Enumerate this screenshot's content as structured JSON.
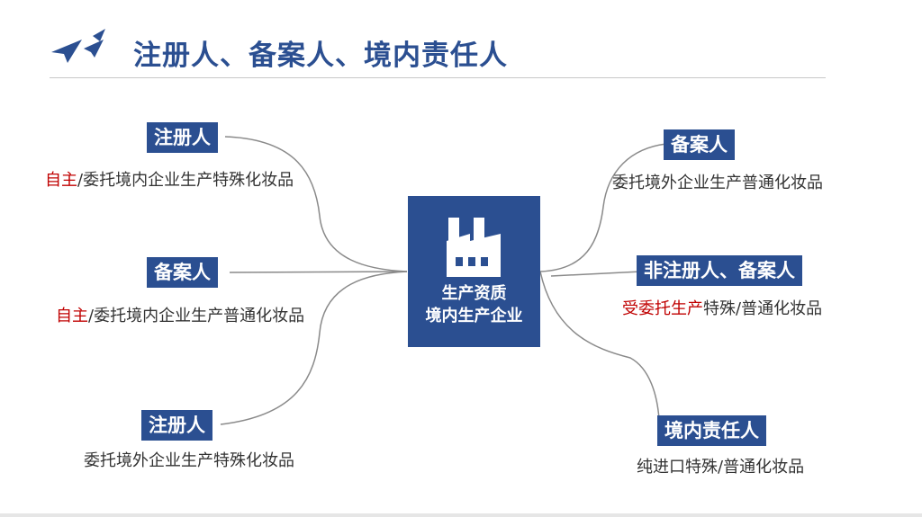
{
  "title": "注册人、备案人、境内责任人",
  "center": {
    "line1": "生产资质",
    "line2": "境内生产企业",
    "icon": "factory-icon"
  },
  "left": [
    {
      "tag": "注册人",
      "desc_red": "自主",
      "desc": "/委托境内企业生产特殊化妆品"
    },
    {
      "tag": "备案人",
      "desc_red": "自主",
      "desc": "/委托境内企业生产普通化妆品"
    },
    {
      "tag": "注册人",
      "desc_red": "",
      "desc": "委托境外企业生产特殊化妆品"
    }
  ],
  "right": [
    {
      "tag": "备案人",
      "desc_red": "",
      "desc": "委托境外企业生产普通化妆品"
    },
    {
      "tag": "非注册人、备案人",
      "desc_red": "受委托生产",
      "desc": "特殊/普通化妆品"
    },
    {
      "tag": "境内责任人",
      "desc_red": "",
      "desc": "纯进口特殊/普通化妆品"
    }
  ],
  "colors": {
    "primary": "#2b4f91",
    "accent": "#c00000"
  }
}
